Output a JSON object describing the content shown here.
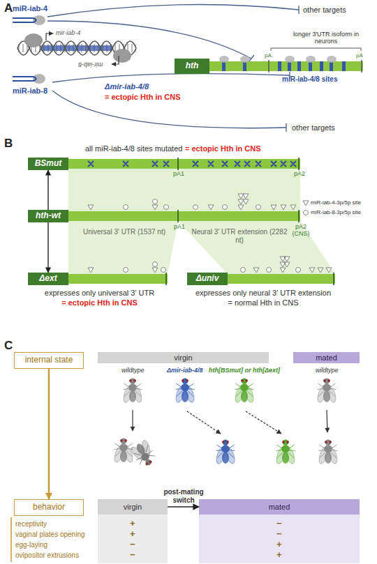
{
  "diagram": {
    "nodes": [
      {
        "text": [
          "hth"
        ]
      },
      {
        "text": [
          "BSmut"
        ]
      },
      {
        "text": [
          "hth-wt"
        ]
      },
      {
        "text": [
          "Δext"
        ]
      },
      {
        "text": [
          "Δuniv"
        ]
      },
      {
        "text": [
          "internal state"
        ]
      },
      {
        "text": [
          "virgin"
        ]
      },
      {
        "text": [
          "mated"
        ]
      },
      {
        "text": [
          "behavior"
        ]
      },
      {
        "text": [
          "virgin"
        ]
      },
      {
        "text": [
          "mated"
        ]
      }
    ],
    "edges": [
      {
        "from": 2,
        "to": 1,
        "arrow": "to"
      },
      {
        "from": 2,
        "to": 3,
        "arrow": "to"
      },
      {
        "from": 5,
        "to": 8,
        "arrow": "to"
      },
      {
        "from": 9,
        "to": 10,
        "arrow": "to",
        "label": "post-mating switch"
      }
    ],
    "labels": [
      "A",
      "miR-iab-4",
      "mir-iab-4",
      "mir-iab-8",
      "miR-iab-8",
      "other targets",
      "longer 3'UTR isoform in neurons",
      "pA",
      "pA",
      "miR-iab-4/8 sites",
      "Δmir-iab-4/8",
      "= ectopic Hth in CNS",
      "other targets",
      "B",
      "all miR-iab-4/8 sites mutated",
      "= ectopic Hth in CNS",
      "pA1",
      "pA2",
      "Universal 3' UTR (1537 nt)",
      "pA1",
      "Neural 3' UTR extension (2282 nt)",
      "pA2 (CNS)",
      "expresses only universal 3' UTR",
      "= ectopic Hth in CNS",
      "expresses only neural 3' UTR extension",
      "= normal Hth in CNS",
      "C",
      "wildtype",
      "Δmir-iab-4/8",
      "hth[BSmut] or hth[Δext]",
      "wildtype",
      "receptivity",
      "+",
      "−",
      "vaginal plates opening",
      "+",
      "−",
      "egg-laying",
      "−",
      "+",
      "ovipositor extrusions",
      "−",
      "+"
    ],
    "legend": [
      {
        "text": "miR-iab-4-3p/5p site"
      },
      {
        "text": "miR-iab-8-3p/5p site"
      }
    ]
  }
}
